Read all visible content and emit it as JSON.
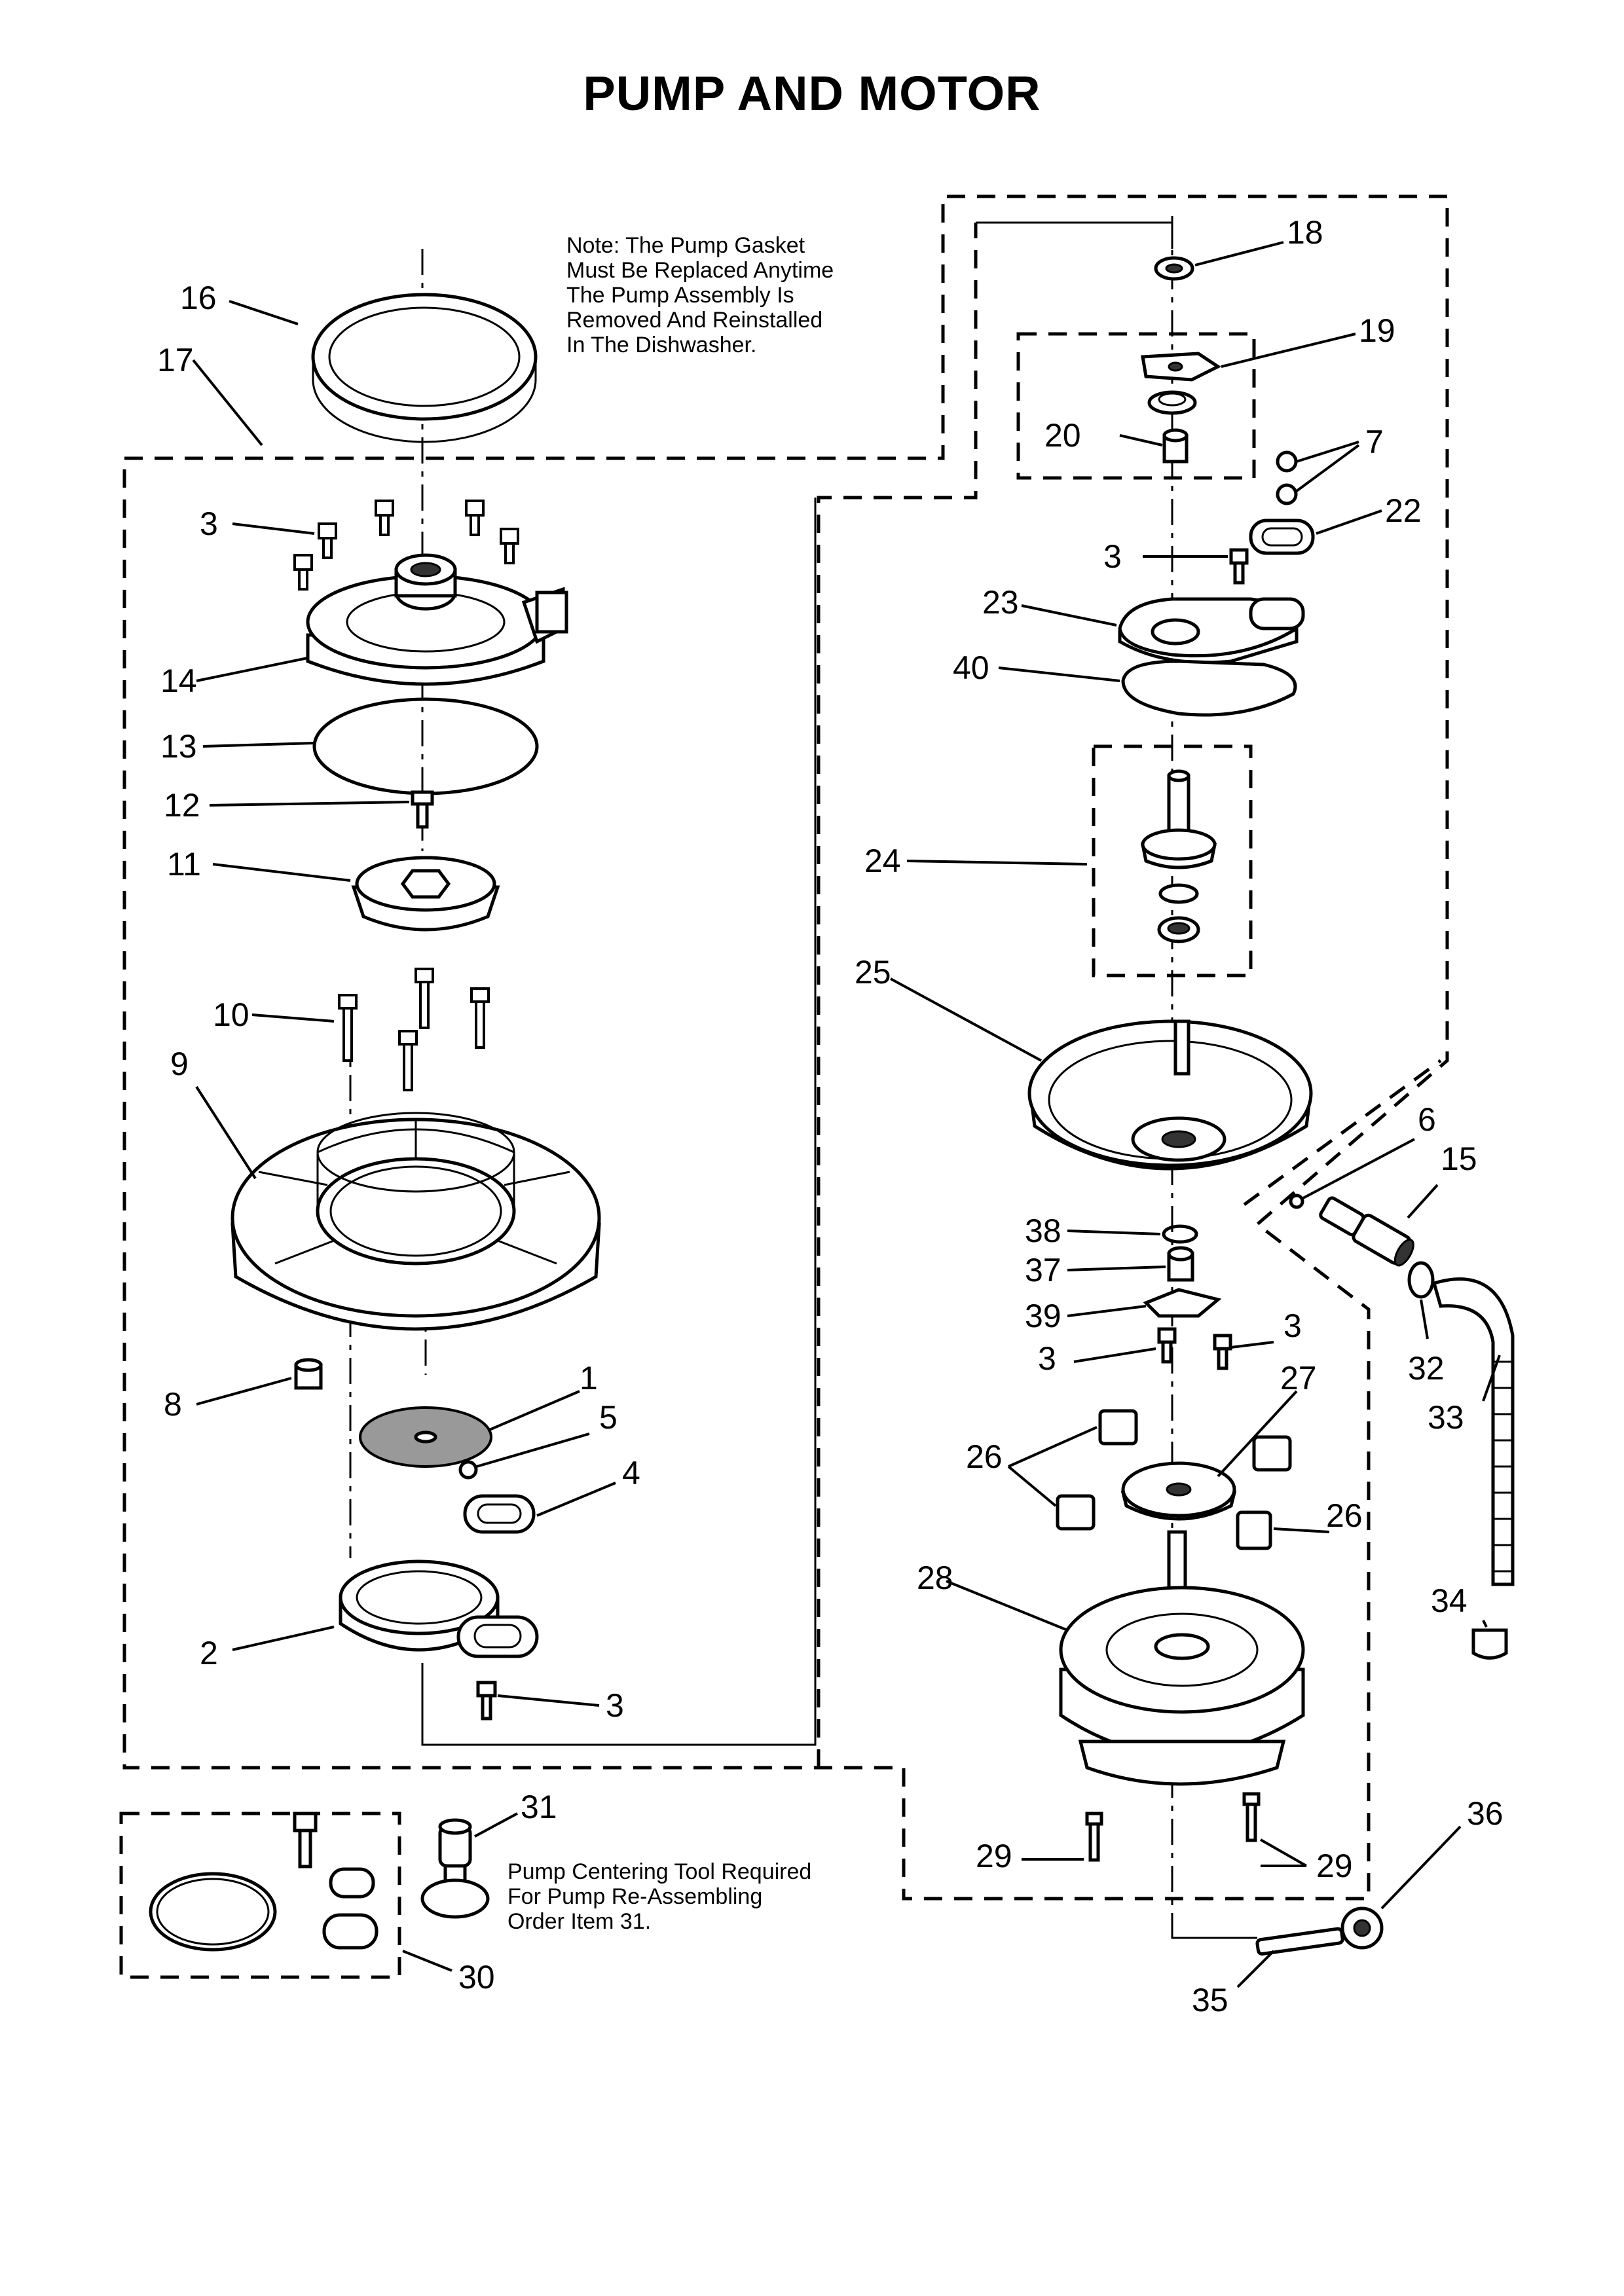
{
  "title": "PUMP AND MOTOR",
  "note_top": [
    "Note: The Pump Gasket",
    "Must Be Replaced Anytime",
    "The Pump Assembly Is",
    "Removed And Reinstalled",
    "In The Dishwasher."
  ],
  "note_bottom": [
    "Pump Centering Tool Required",
    "For Pump Re-Assembling",
    "Order Item 31."
  ],
  "callouts": [
    "16",
    "17",
    "3",
    "14",
    "13",
    "12",
    "11",
    "10",
    "9",
    "8",
    "1",
    "5",
    "4",
    "2",
    "3",
    "31",
    "30",
    "18",
    "19",
    "20",
    "7",
    "22",
    "3",
    "23",
    "40",
    "24",
    "25",
    "6",
    "15",
    "38",
    "37",
    "39",
    "3",
    "3",
    "32",
    "27",
    "26",
    "26",
    "33",
    "28",
    "34",
    "29",
    "29",
    "36",
    "35"
  ]
}
